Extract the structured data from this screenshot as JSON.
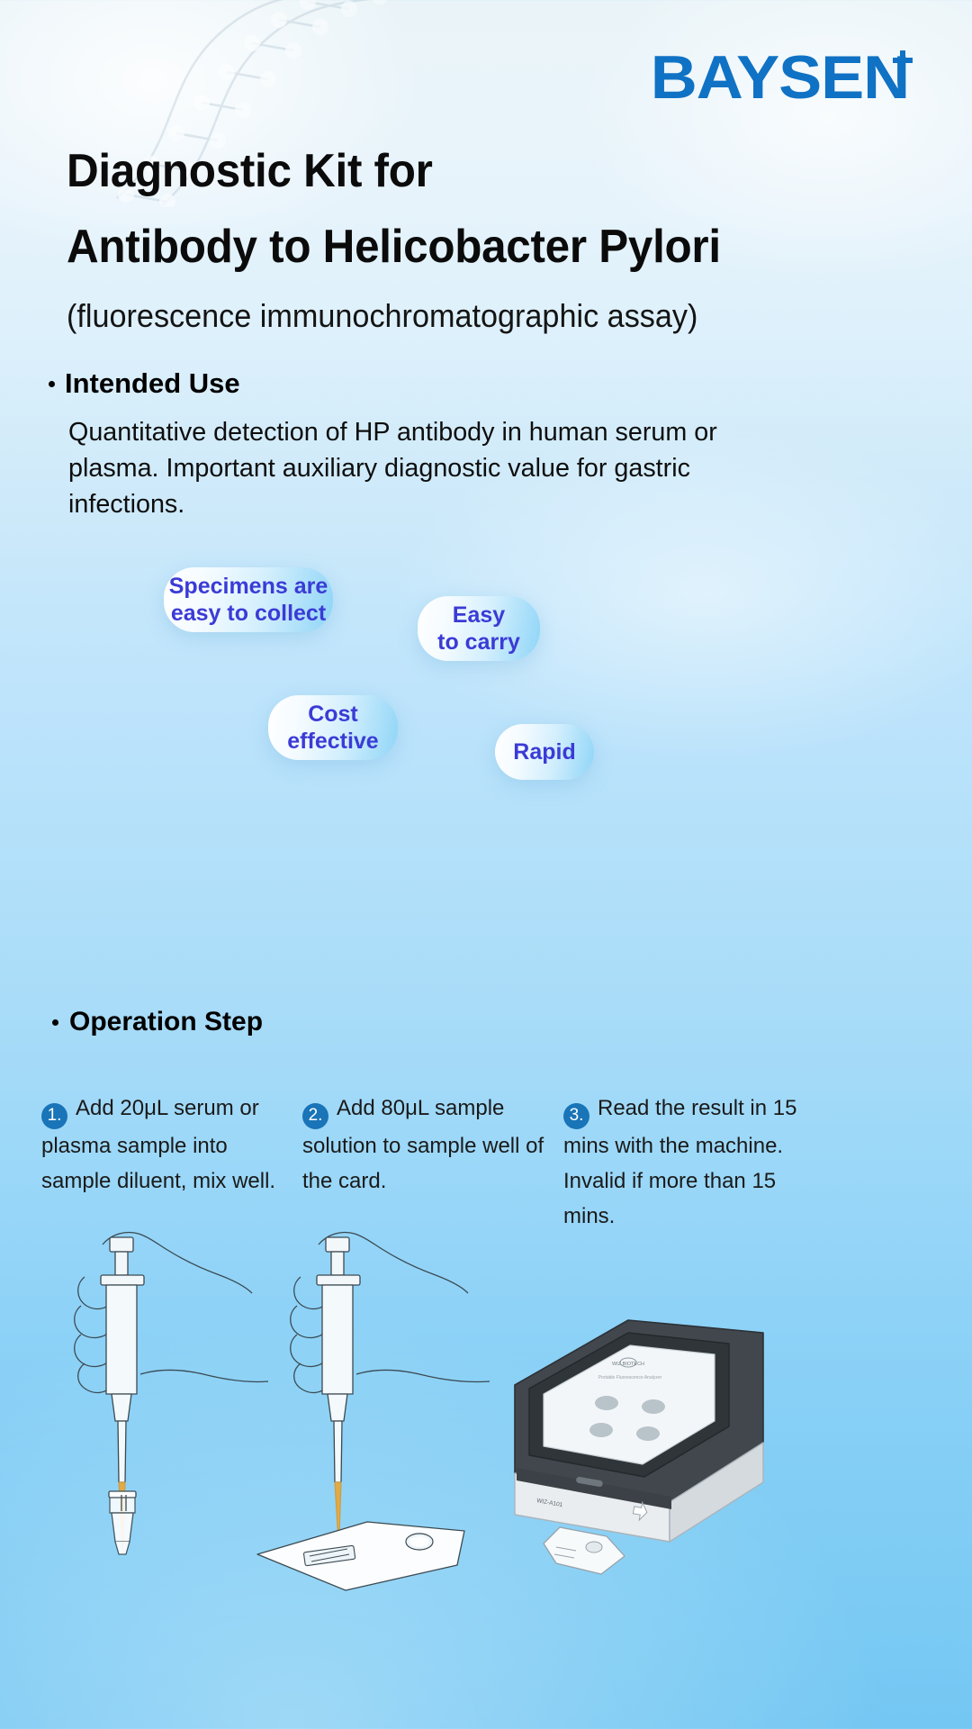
{
  "brand": {
    "logo_text": "BAYSEN",
    "logo_color": "#1072c4",
    "logo_mark": "cross-icon"
  },
  "header": {
    "title_line1": "Diagnostic Kit for",
    "title_line2": "Antibody to Helicobacter Pylori",
    "subtitle": "(fluorescence immunochromatographic assay)"
  },
  "intended_use": {
    "heading": "Intended Use",
    "body": "Quantitative detection of HP antibody in human serum or plasma. Important auxiliary diagnostic value for gastric infections."
  },
  "features": [
    {
      "id": "specimens-easy-to-collect",
      "line1": "Specimens are",
      "line2": "easy to collect"
    },
    {
      "id": "easy-to-carry",
      "line1": "Easy",
      "line2": "to carry"
    },
    {
      "id": "cost-effective",
      "line1": "Cost",
      "line2": "effective"
    },
    {
      "id": "rapid",
      "line1": "Rapid",
      "line2": ""
    }
  ],
  "operation": {
    "heading": "Operation Step",
    "steps": [
      {
        "number": "1.",
        "text": "Add 20μL serum or plasma sample into sample diluent, mix well."
      },
      {
        "number": "2.",
        "text": "Add 80μL sample solution to sample  well of the card."
      },
      {
        "number": "3.",
        "text": "Read the result in 15 mins with the machine. Invalid if more than 15 mins."
      }
    ]
  },
  "illustrations": {
    "step1": "pipette-into-tube-icon",
    "step2": "pipette-into-cassette-icon",
    "step3": "fluorescence-analyzer-icon",
    "device_label": "WIZ-A101",
    "device_screen_title": "WIZ BIOTECH"
  },
  "theme": {
    "bubble_text": "#3b3bd6",
    "step_circle": "#1974b8",
    "accent_blue": "#1072c4"
  }
}
